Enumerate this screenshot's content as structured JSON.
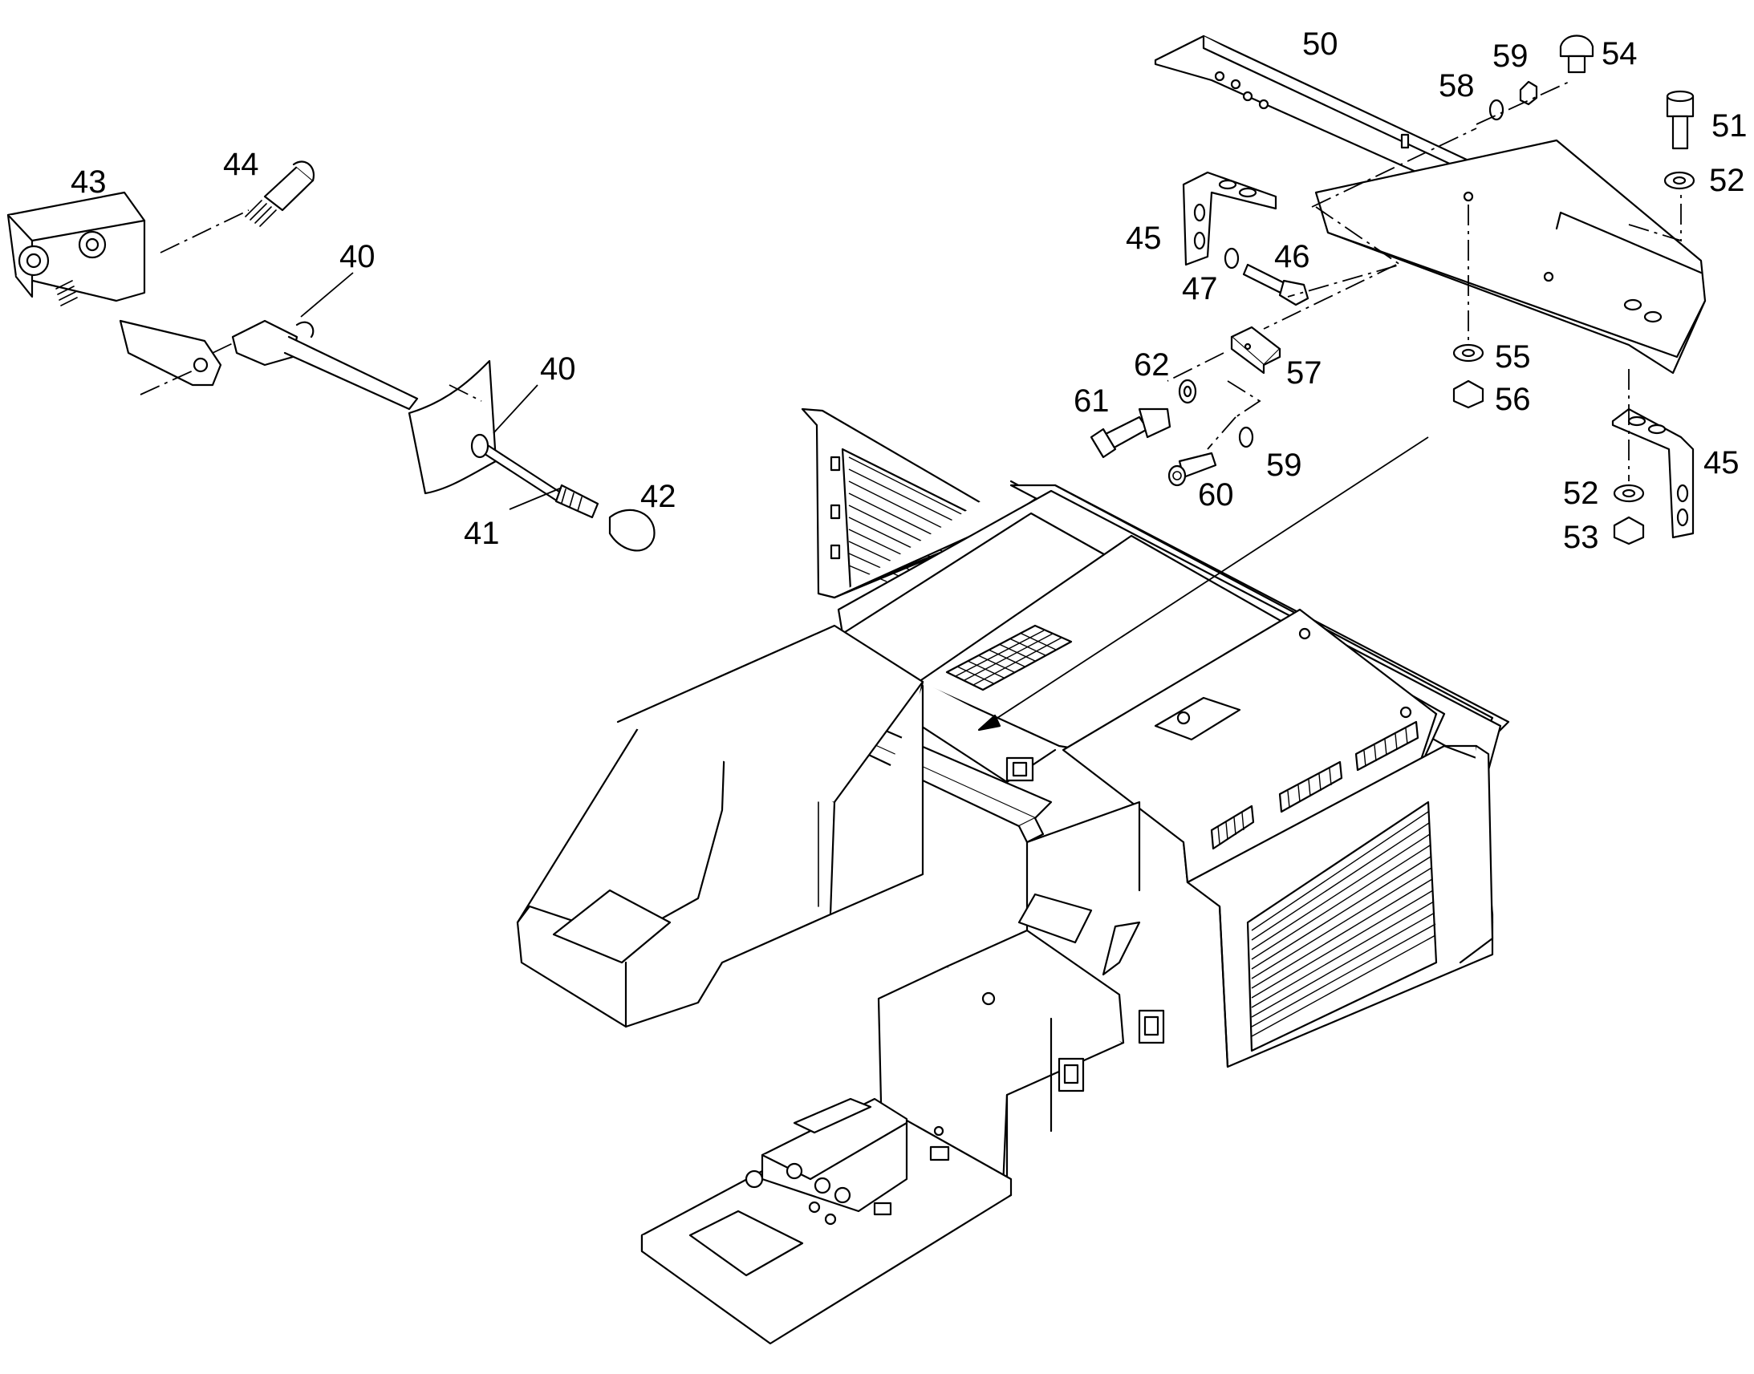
{
  "callouts": [
    {
      "id": "c40a",
      "label": "40"
    },
    {
      "id": "c40b",
      "label": "40"
    },
    {
      "id": "c41",
      "label": "41"
    },
    {
      "id": "c42",
      "label": "42"
    },
    {
      "id": "c43",
      "label": "43"
    },
    {
      "id": "c44",
      "label": "44"
    },
    {
      "id": "c45a",
      "label": "45"
    },
    {
      "id": "c45b",
      "label": "45"
    },
    {
      "id": "c46",
      "label": "46"
    },
    {
      "id": "c47",
      "label": "47"
    },
    {
      "id": "c50",
      "label": "50"
    },
    {
      "id": "c51",
      "label": "51"
    },
    {
      "id": "c52a",
      "label": "52"
    },
    {
      "id": "c52b",
      "label": "52"
    },
    {
      "id": "c53",
      "label": "53"
    },
    {
      "id": "c54",
      "label": "54"
    },
    {
      "id": "c55",
      "label": "55"
    },
    {
      "id": "c56",
      "label": "56"
    },
    {
      "id": "c57",
      "label": "57"
    },
    {
      "id": "c58",
      "label": "58"
    },
    {
      "id": "c59a",
      "label": "59"
    },
    {
      "id": "c59b",
      "label": "59"
    },
    {
      "id": "c60",
      "label": "60"
    },
    {
      "id": "c61",
      "label": "61"
    },
    {
      "id": "c62",
      "label": "62"
    }
  ]
}
